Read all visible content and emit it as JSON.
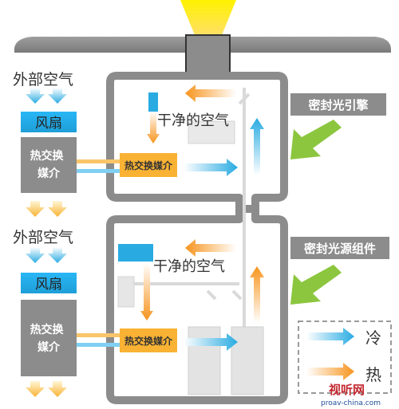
{
  "labels": {
    "outside_air_top": "外部空气",
    "fan_top": "风扇",
    "hx_left_top": "热交换\n媒介",
    "hx_inner_top": "热交换媒介",
    "clean_air_top": "干净的空气",
    "sealed_engine": "密封光引擎",
    "outside_air_bottom": "外部空气",
    "fan_bottom": "风扇",
    "hx_left_bottom": "热交换\n媒介",
    "hx_inner_bottom": "热交换媒介",
    "clean_air_bottom": "干净的空气",
    "sealed_light_source": "密封光源组件"
  },
  "legend": {
    "cold": "冷",
    "hot": "热"
  },
  "watermark": {
    "brand": "视听网",
    "url": "proav-china.com"
  },
  "colors": {
    "cool_blue": "#29abe2",
    "warm_orange": "#f7941d",
    "hx_yellow": "#f9b233",
    "green_arrow": "#8cc63f",
    "gray_box": "#8c8c8c",
    "lens_yellow": "#fff200"
  }
}
